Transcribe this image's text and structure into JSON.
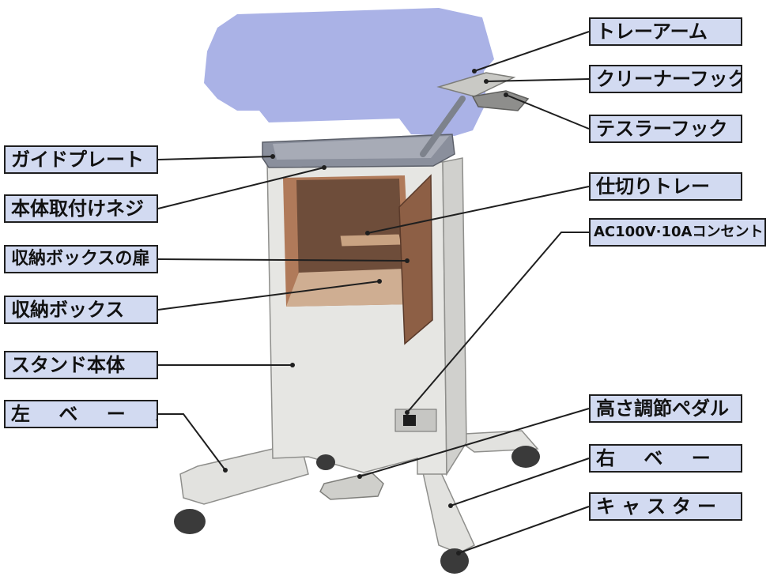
{
  "labels": {
    "guide_plate": "ガイドプレート",
    "body_screw": "本体取付けネジ",
    "box_door": "収納ボックスの扉",
    "storage_box": "収納ボックス",
    "stand_body": "スタンド本体",
    "left_base": "左 ベ ー ス",
    "tray_arm": "トレーアーム",
    "cleaner_hook": "クリーナーフック",
    "tesla_hook": "テスラーフック",
    "divider_tray": "仕切りトレー",
    "outlet": "AC100V·10Aコンセント",
    "height_pedal": "高さ調節ペダル",
    "right_base": "右 ベ ー ス",
    "caster": "キャスター"
  },
  "colors": {
    "label_fill": "#d2daf1",
    "label_border": "#1f1f1f",
    "device_shadow": "#aab2e6",
    "cabinet_fill": "#e6e6e3",
    "tray_fill": "#8a8f9c",
    "box_inner": "#b07a5a",
    "caster": "#3a3a3a"
  }
}
